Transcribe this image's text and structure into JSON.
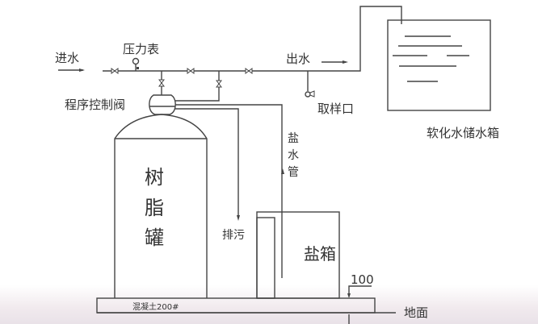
{
  "labels": {
    "inlet": "进水",
    "pressure_gauge": "压力表",
    "outlet": "出水",
    "sampling_port": "取样口",
    "control_valve": "程序控制阀",
    "storage_tank": "软化水储水箱",
    "brine_pipe": [
      "盐",
      "水",
      "管"
    ],
    "resin_tank": [
      "树",
      "脂",
      "罐"
    ],
    "drain": "排污",
    "salt_box": "盐箱",
    "dimension": "100",
    "concrete_base": "混凝土200#",
    "ground": "地面"
  },
  "colors": {
    "line": "#444444",
    "text": "#333333"
  }
}
